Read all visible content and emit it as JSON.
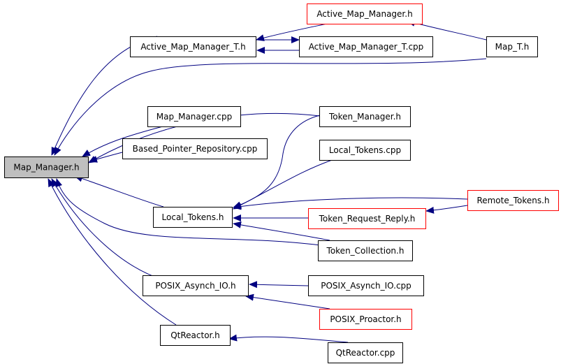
{
  "graph": {
    "edge_color": "#000080",
    "colors": {
      "plain_border": "#000000",
      "red_border": "#ff0000",
      "focus_fill": "#bfbfbf",
      "node_fill": "#ffffff"
    },
    "nodes": [
      {
        "id": "map_manager_h",
        "label": "Map_Manager.h",
        "style": "focus"
      },
      {
        "id": "active_map_manager_t_h",
        "label": "Active_Map_Manager_T.h",
        "style": "plain"
      },
      {
        "id": "active_map_manager_h",
        "label": "Active_Map_Manager.h",
        "style": "red"
      },
      {
        "id": "active_map_manager_t_cpp",
        "label": "Active_Map_Manager_T.cpp",
        "style": "plain"
      },
      {
        "id": "map_t_h",
        "label": "Map_T.h",
        "style": "plain"
      },
      {
        "id": "map_manager_cpp",
        "label": "Map_Manager.cpp",
        "style": "plain"
      },
      {
        "id": "based_pointer_repository_cpp",
        "label": "Based_Pointer_Repository.cpp",
        "style": "plain"
      },
      {
        "id": "token_manager_h",
        "label": "Token_Manager.h",
        "style": "plain"
      },
      {
        "id": "local_tokens_cpp",
        "label": "Local_Tokens.cpp",
        "style": "plain"
      },
      {
        "id": "local_tokens_h",
        "label": "Local_Tokens.h",
        "style": "plain"
      },
      {
        "id": "remote_tokens_h",
        "label": "Remote_Tokens.h",
        "style": "red"
      },
      {
        "id": "token_request_reply_h",
        "label": "Token_Request_Reply.h",
        "style": "red"
      },
      {
        "id": "token_collection_h",
        "label": "Token_Collection.h",
        "style": "plain"
      },
      {
        "id": "posix_asynch_io_h",
        "label": "POSIX_Asynch_IO.h",
        "style": "plain"
      },
      {
        "id": "posix_asynch_io_cpp",
        "label": "POSIX_Asynch_IO.cpp",
        "style": "plain"
      },
      {
        "id": "posix_proactor_h",
        "label": "POSIX_Proactor.h",
        "style": "red"
      },
      {
        "id": "qtreactor_h",
        "label": "QtReactor.h",
        "style": "plain"
      },
      {
        "id": "qtreactor_cpp",
        "label": "QtReactor.cpp",
        "style": "plain"
      }
    ],
    "edges": [
      {
        "from": "active_map_manager_t_h",
        "to": "map_manager_h"
      },
      {
        "from": "map_t_h",
        "to": "map_manager_h"
      },
      {
        "from": "map_manager_cpp",
        "to": "map_manager_h"
      },
      {
        "from": "token_manager_h",
        "to": "map_manager_h"
      },
      {
        "from": "based_pointer_repository_cpp",
        "to": "map_manager_h"
      },
      {
        "from": "local_tokens_h",
        "to": "map_manager_h"
      },
      {
        "from": "token_collection_h",
        "to": "map_manager_h"
      },
      {
        "from": "posix_asynch_io_h",
        "to": "map_manager_h"
      },
      {
        "from": "qtreactor_h",
        "to": "map_manager_h"
      },
      {
        "from": "active_map_manager_h",
        "to": "active_map_manager_t_h"
      },
      {
        "from": "active_map_manager_t_cpp",
        "to": "active_map_manager_t_h"
      },
      {
        "from": "active_map_manager_t_h",
        "to": "active_map_manager_t_cpp"
      },
      {
        "from": "map_t_h",
        "to": "active_map_manager_h"
      },
      {
        "from": "token_manager_h",
        "to": "local_tokens_h"
      },
      {
        "from": "local_tokens_cpp",
        "to": "local_tokens_h"
      },
      {
        "from": "remote_tokens_h",
        "to": "local_tokens_h"
      },
      {
        "from": "token_request_reply_h",
        "to": "local_tokens_h"
      },
      {
        "from": "token_collection_h",
        "to": "local_tokens_h"
      },
      {
        "from": "remote_tokens_h",
        "to": "token_request_reply_h"
      },
      {
        "from": "posix_asynch_io_cpp",
        "to": "posix_asynch_io_h"
      },
      {
        "from": "posix_proactor_h",
        "to": "posix_asynch_io_h"
      },
      {
        "from": "qtreactor_cpp",
        "to": "qtreactor_h"
      }
    ]
  }
}
